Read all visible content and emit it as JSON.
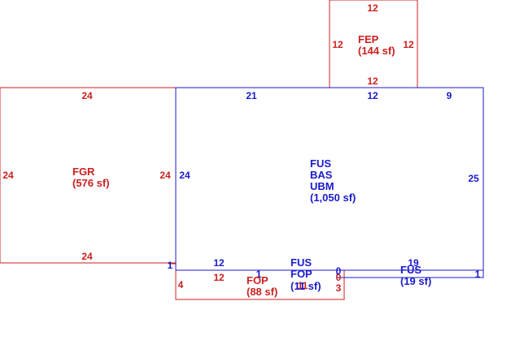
{
  "colors": {
    "red": "#cc1f1f",
    "blue": "#1a1acc",
    "background": "#ffffff"
  },
  "areas": {
    "fep": {
      "code": "FEP",
      "area": "(144 sf)"
    },
    "fgr": {
      "code": "FGR",
      "area": "(576 sf)"
    },
    "main": {
      "codes": [
        "FUS",
        "BAS",
        "UBM"
      ],
      "area": "(1,050 sf)"
    },
    "fus_small": {
      "code": "FUS",
      "area": "(19 sf)"
    },
    "overlap": {
      "codes": [
        "FUS",
        "FOP"
      ],
      "area": "(11 sf)"
    },
    "fop": {
      "code": "FOP",
      "area": "(88 sf)"
    }
  },
  "dimensions": {
    "fep_top": "12",
    "fep_left": "12",
    "fep_right": "12",
    "fep_bottom": "12",
    "fgr_top": "24",
    "fgr_left": "24",
    "fgr_right": "24",
    "fgr_bottom": "24",
    "main_top_1": "21",
    "main_top_2": "12",
    "main_top_3": "9",
    "main_left": "24",
    "main_right": "25",
    "step_1": "1",
    "main_bottom_12": "12",
    "fus_small_top": "19",
    "fus_small_right": "1",
    "fop_left": "4",
    "fop_top": "12",
    "fop_right": "3",
    "small_1": "1",
    "small_0a": "0",
    "small_0b": "0",
    "overlap_11": "11"
  }
}
